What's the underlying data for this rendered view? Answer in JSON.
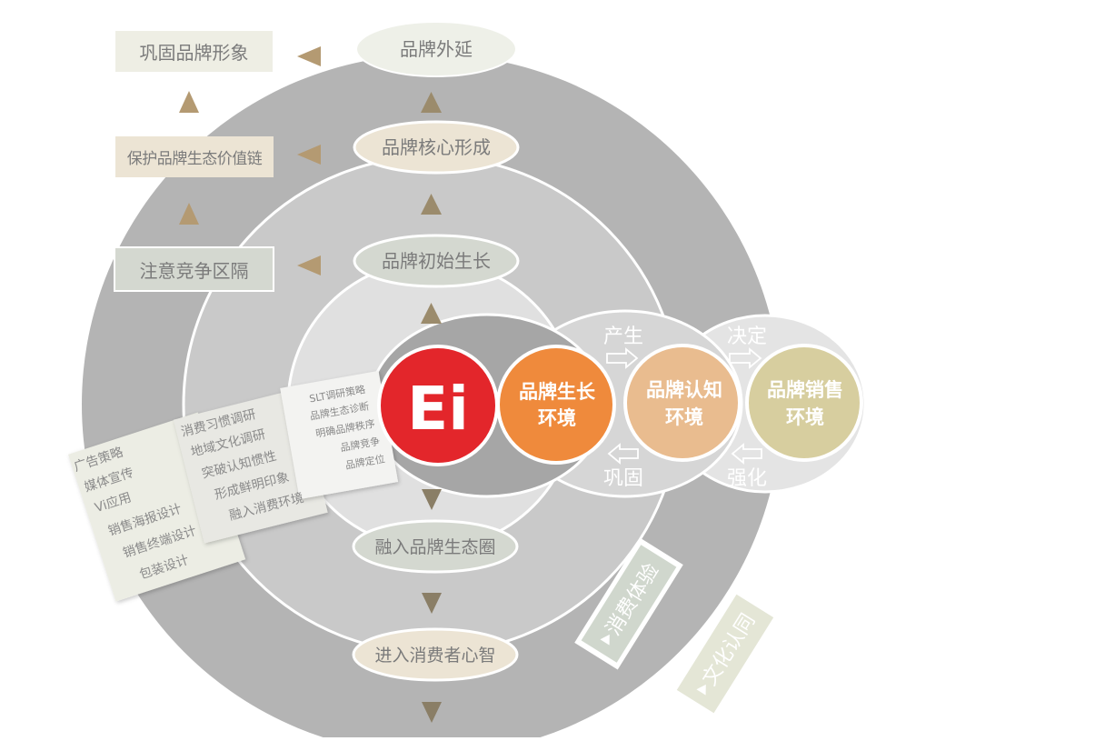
{
  "core": {
    "logo": "Ei"
  },
  "stages": {
    "brand_extension": "品牌外延",
    "brand_core": "品牌核心形成",
    "brand_initial_growth": "品牌初始生长",
    "ecosystem": "融入品牌生态圈",
    "consumer_mind": "进入消费者心智"
  },
  "side_boxes": {
    "consolidate_image": "巩固品牌形象",
    "protect_value_chain": "保护品牌生态价值链",
    "competition_gap": "注意竞争区隔"
  },
  "environments": {
    "growth": {
      "line1": "品牌生长",
      "line2": "环境"
    },
    "cognition": {
      "line1": "品牌认知",
      "line2": "环境"
    },
    "sales": {
      "line1": "品牌销售",
      "line2": "环境"
    }
  },
  "relations": {
    "produce": "产生",
    "consolidate": "巩固",
    "decide": "决定",
    "strengthen": "强化"
  },
  "fan_lists": {
    "inner": [
      "SLT调研策略",
      "品牌生态诊断",
      "明确品牌秩序",
      "品牌竞争",
      "品牌定位"
    ],
    "middle": [
      "消费习惯调研",
      "地域文化调研",
      "突破认知惯性",
      "形成鲜明印象",
      "融入消费环境"
    ],
    "outer": [
      "广告策略",
      "媒体宣传",
      "Vi应用",
      "销售海报设计",
      "销售终端设计",
      "包装设计"
    ]
  },
  "tags": {
    "consumer_experience": "消费体验",
    "culture_identity": "文化认同"
  },
  "colors": {
    "ring_outer": "#b4b4b4",
    "ring_2": "#c9c9c9",
    "ring_3": "#e0e0e0",
    "core_dark": "#a6a6a6",
    "logo_red": "#e3262b",
    "growth_orange": "#ef8a3c",
    "cognition_peach": "#e9bc8f",
    "sales_sand": "#d7ce9f",
    "arrow_brown": "#9b8b6c"
  }
}
